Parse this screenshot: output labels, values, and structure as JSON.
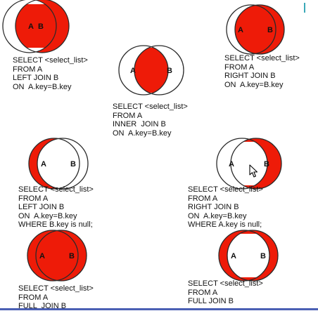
{
  "colors": {
    "fill": "#ee1b08",
    "stroke": "#2a2a2a",
    "background": "#ffffff",
    "bottom_bar": "#4a5fb4"
  },
  "diagrams": [
    {
      "id": "left-join",
      "circle_a": "A",
      "circle_b": "B",
      "shaded": [
        "a_only",
        "overlap"
      ],
      "code": [
        "SELECT <select_list>",
        "FROM A",
        "LEFT JOIN B",
        "ON  A.key=B.key"
      ]
    },
    {
      "id": "inner-join",
      "circle_a": "A",
      "circle_b": "B",
      "shaded": [
        "overlap"
      ],
      "code": [
        "SELECT <select_list>",
        "FROM A",
        "INNER  JOIN B",
        "ON  A.key=B.key"
      ]
    },
    {
      "id": "right-join",
      "circle_a": "A",
      "circle_b": "B",
      "shaded": [
        "overlap",
        "b_only"
      ],
      "code": [
        "SELECT <select_list>",
        "FROM A",
        "RIGHT JOIN B",
        "ON  A.key=B.key"
      ]
    },
    {
      "id": "left-join-b-null",
      "circle_a": "A",
      "circle_b": "B",
      "shaded": [
        "a_only"
      ],
      "code": [
        "SELECT <select_list>",
        "FROM A",
        "LEFT JOIN B",
        "ON  A.key=B.key",
        "WHERE B.key is null;"
      ]
    },
    {
      "id": "right-join-a-null",
      "circle_a": "A",
      "circle_b": "B",
      "shaded": [
        "b_only"
      ],
      "code": [
        "SELECT <select_list>",
        "FROM A",
        "RIGHT JOIN B",
        "ON  A.key=B.key",
        "WHERE A.key is null;"
      ]
    },
    {
      "id": "full-join",
      "circle_a": "A",
      "circle_b": "B",
      "shaded": [
        "a_only",
        "overlap",
        "b_only"
      ],
      "code": [
        "SELECT <select_list>",
        "FROM A",
        "FULL  JOIN B"
      ]
    },
    {
      "id": "full-join-exclusive",
      "circle_a": "A",
      "circle_b": "B",
      "shaded": [
        "a_only",
        "b_only"
      ],
      "code": [
        "SELECT <select_list>",
        "FROM A",
        "FULL JOIN B"
      ]
    }
  ]
}
